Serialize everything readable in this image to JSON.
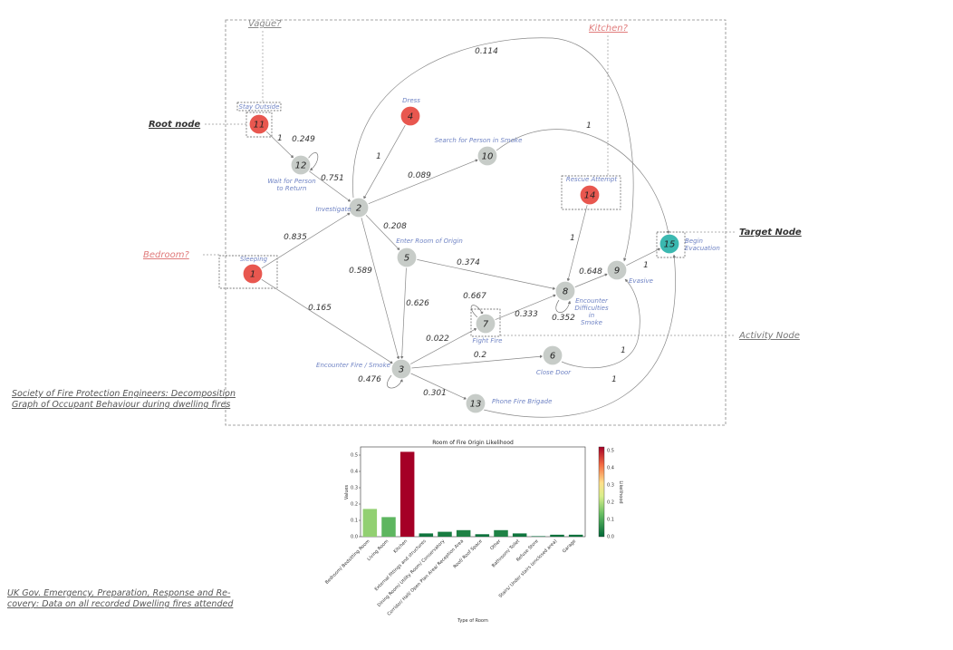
{
  "graph": {
    "nodes": [
      {
        "id": "1",
        "color": "#e8574f",
        "label": "Sleeping"
      },
      {
        "id": "2",
        "color": "#c7ccc8",
        "label": "Investigate"
      },
      {
        "id": "3",
        "color": "#c7ccc8",
        "label": "Encounter Fire / Smoke"
      },
      {
        "id": "4",
        "color": "#e8574f",
        "label": "Dress"
      },
      {
        "id": "5",
        "color": "#c7ccc8",
        "label": "Enter Room of Origin"
      },
      {
        "id": "6",
        "color": "#c7ccc8",
        "label": "Close Door"
      },
      {
        "id": "7",
        "color": "#c7ccc8",
        "label": "Fight Fire"
      },
      {
        "id": "8",
        "color": "#c7ccc8",
        "label": "Encounter Difficulties in Smoke"
      },
      {
        "id": "9",
        "color": "#c7ccc8",
        "label": "Evasive"
      },
      {
        "id": "10",
        "color": "#c7ccc8",
        "label": "Search for Person in Smoke"
      },
      {
        "id": "11",
        "color": "#e8574f",
        "label": "Stay Outside"
      },
      {
        "id": "12",
        "color": "#c7ccc8",
        "label": "Wait for Person to Return"
      },
      {
        "id": "13",
        "color": "#c7ccc8",
        "label": "Phone Fire Brigade"
      },
      {
        "id": "14",
        "color": "#e8574f",
        "label": "Rescue Attempt"
      },
      {
        "id": "15",
        "color": "#3bb8b0",
        "label": "Begin Evacuation"
      }
    ],
    "edges": [
      {
        "from": "11",
        "to": "12",
        "weight": "1"
      },
      {
        "from": "12",
        "to": "12",
        "weight": "0.249"
      },
      {
        "from": "12",
        "to": "2",
        "weight": "0.751"
      },
      {
        "from": "4",
        "to": "2",
        "weight": "1"
      },
      {
        "from": "2",
        "to": "10",
        "weight": "0.089"
      },
      {
        "from": "2",
        "to": "9",
        "weight": "0.114"
      },
      {
        "from": "10",
        "to": "15",
        "weight": "1"
      },
      {
        "from": "2",
        "to": "5",
        "weight": "0.208"
      },
      {
        "from": "2",
        "to": "3",
        "weight": "0.589"
      },
      {
        "from": "1",
        "to": "2",
        "weight": "0.835"
      },
      {
        "from": "1",
        "to": "3",
        "weight": "0.165"
      },
      {
        "from": "5",
        "to": "8",
        "weight": "0.374"
      },
      {
        "from": "5",
        "to": "3",
        "weight": "0.626"
      },
      {
        "from": "14",
        "to": "8",
        "weight": "1"
      },
      {
        "from": "8",
        "to": "9",
        "weight": "0.648"
      },
      {
        "from": "8",
        "to": "8",
        "weight": "0.352"
      },
      {
        "from": "9",
        "to": "15",
        "weight": "1"
      },
      {
        "from": "7",
        "to": "7",
        "weight": "0.667"
      },
      {
        "from": "7",
        "to": "8",
        "weight": "0.333"
      },
      {
        "from": "3",
        "to": "7",
        "weight": "0.022"
      },
      {
        "from": "3",
        "to": "6",
        "weight": "0.2"
      },
      {
        "from": "3",
        "to": "3",
        "weight": "0.476"
      },
      {
        "from": "3",
        "to": "13",
        "weight": "0.301"
      },
      {
        "from": "6",
        "to": "9",
        "weight": "1"
      },
      {
        "from": "13",
        "to": "15",
        "weight": "1"
      }
    ],
    "annotations": {
      "vague": "Vague?",
      "kitchen": "Kitchen?",
      "bedroom": "Bedroom?",
      "root_node": "Root node",
      "target_node": "Target Node",
      "activity_node": "Activity Node"
    },
    "source_lines": [
      "Society of Fire Protection Engineers: Decomposition",
      "Graph of Occupant Behaviour during dwelling fires"
    ]
  },
  "chart_data": {
    "type": "bar",
    "title": "Room of Fire Origin Likelihood",
    "xlabel": "Type of Room",
    "ylabel": "Values",
    "ylim": [
      0,
      0.55
    ],
    "yticks": [
      "0.0",
      "0.1",
      "0.2",
      "0.3",
      "0.4",
      "0.5"
    ],
    "categories": [
      "Bedroom/ Bedsitting Room",
      "Living Room",
      "Kitchen",
      "External fittings and structures",
      "Dining Room/ Utility Room/ Conservatory",
      "Corridor/ Hall/ Open Plan Area/ Reception Area",
      "Roof/ Roof Space",
      "Other",
      "Bathroom/ Toilet",
      "Refuse Store",
      "Stairs/ Under stairs (enclosed area)",
      "Garage"
    ],
    "values": [
      0.17,
      0.12,
      0.52,
      0.02,
      0.03,
      0.04,
      0.015,
      0.04,
      0.02,
      0.003,
      0.012,
      0.012
    ],
    "colorbar": {
      "label": "Likelihood",
      "ticks": [
        "0.0",
        "0.1",
        "0.2",
        "0.3",
        "0.4",
        "0.5"
      ],
      "range": [
        0,
        0.52
      ]
    },
    "source_lines": [
      "UK Gov. Emergency, Preparation, Response and Re-",
      "covery: Data on all recorded Dwelling fires attended"
    ]
  }
}
